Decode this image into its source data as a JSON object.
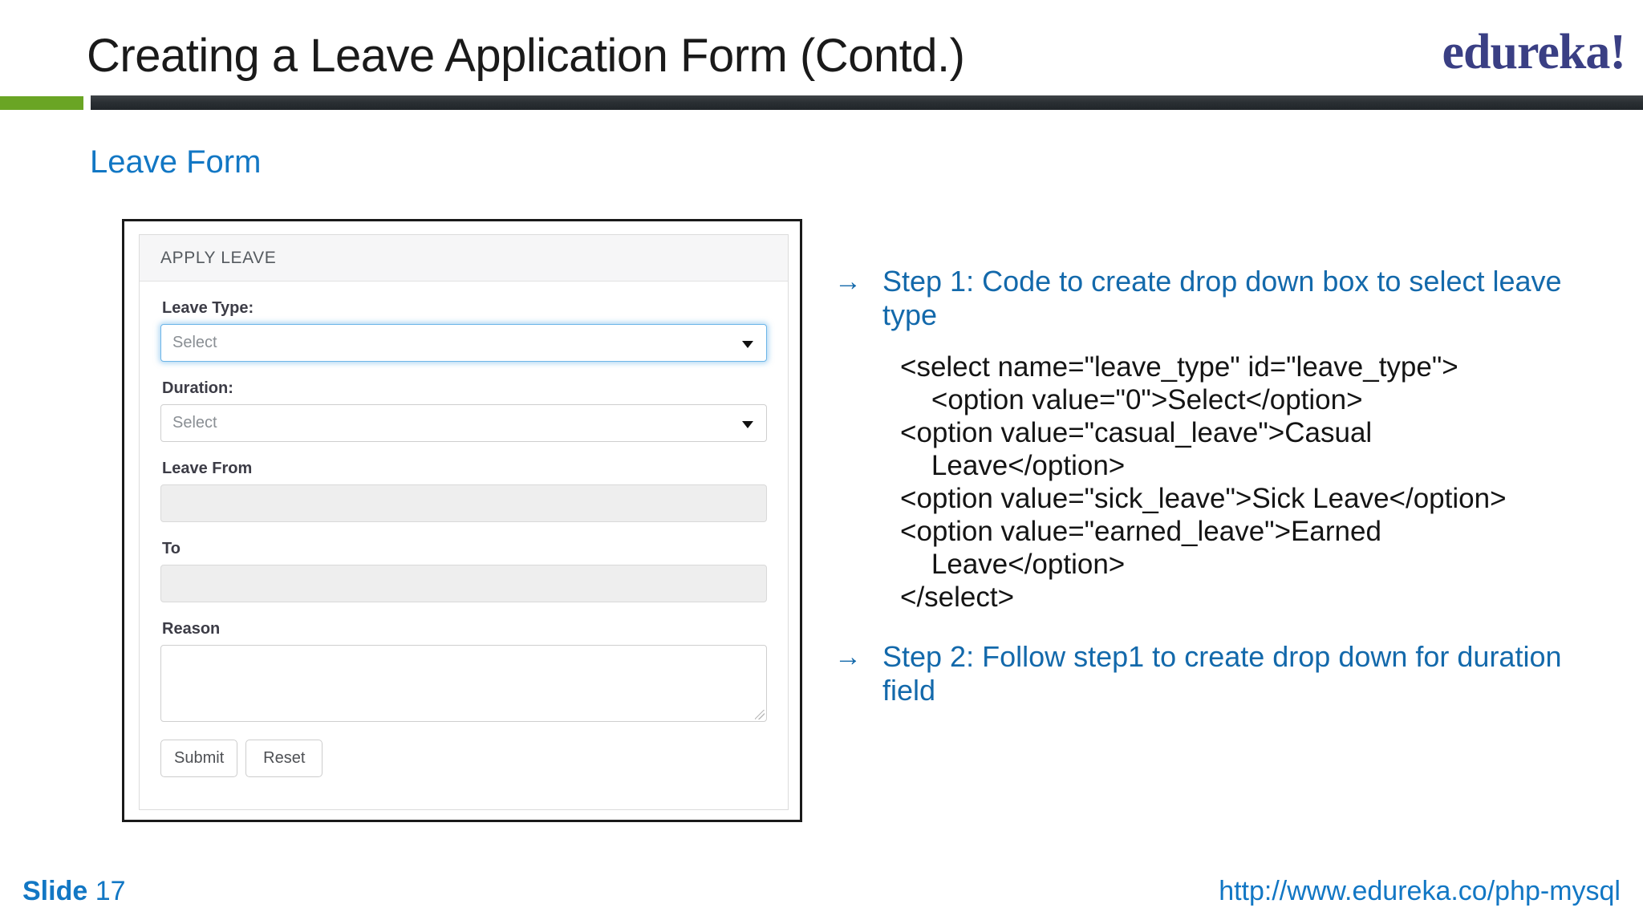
{
  "header": {
    "title": "Creating a Leave Application Form (Contd.)",
    "brand": "edureka!",
    "accent_green": "#6aa524",
    "accent_dark": "#2b3034",
    "brand_color": "#3a3f84"
  },
  "section": {
    "label": "Leave Form",
    "color": "#1277c4"
  },
  "form": {
    "card_title": "APPLY LEAVE",
    "fields": [
      {
        "label": "Leave Type:",
        "value": "Select",
        "type": "select",
        "focused": true
      },
      {
        "label": "Duration:",
        "value": "Select",
        "type": "select",
        "focused": false
      },
      {
        "label": "Leave From",
        "value": "",
        "type": "text-readonly",
        "focused": false
      },
      {
        "label": "To",
        "value": "",
        "type": "text-readonly",
        "focused": false
      },
      {
        "label": "Reason",
        "value": "",
        "type": "textarea",
        "focused": false
      }
    ],
    "buttons": {
      "submit": "Submit",
      "reset": "Reset"
    }
  },
  "content": {
    "step1": {
      "arrow": "→",
      "text": "Step 1:  Code to create drop down box to select leave type"
    },
    "code": "<select name=\"leave_type\" id=\"leave_type\">\n    <option value=\"0\">Select</option>\n<option value=\"casual_leave\">Casual\n    Leave</option>\n<option value=\"sick_leave\">Sick Leave</option>\n<option value=\"earned_leave\">Earned\n    Leave</option>\n</select>",
    "step2": {
      "arrow": "→",
      "text": "Step 2:  Follow step1 to create drop down for duration field"
    }
  },
  "footer": {
    "slide_word": "Slide",
    "slide_number": "17",
    "url": "http://www.edureka.co/php-mysql"
  }
}
